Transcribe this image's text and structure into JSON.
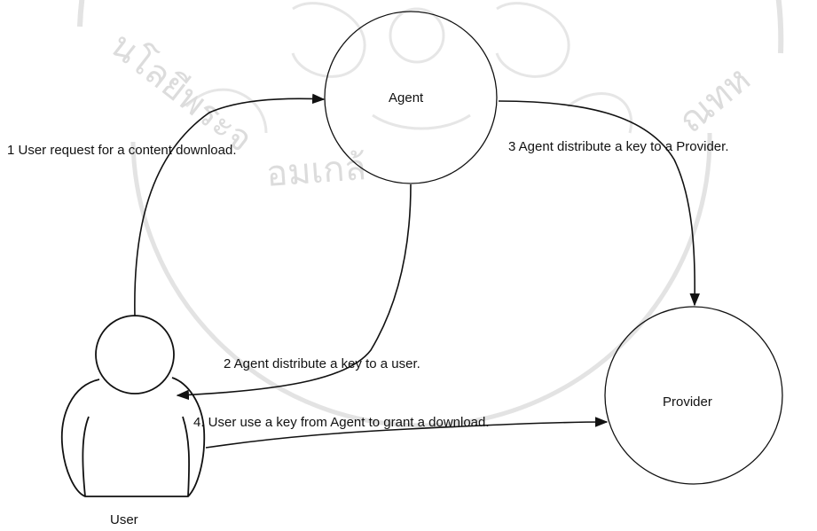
{
  "nodes": {
    "agent": "Agent",
    "provider": "Provider",
    "user": "User"
  },
  "edges": {
    "step1": "1 User request for a content download.",
    "step2": "2 Agent distribute a key to a user.",
    "step3": "3 Agent distribute a key to a Provider.",
    "step4": "4. User use a key from Agent  to  grant a download."
  },
  "watermark": {
    "text_top_left": "นโลยีพระจ",
    "text_bottom": "อมเกล้",
    "text_right": "ณทห",
    "color": "#dcdcdc"
  },
  "colors": {
    "ink": "#111111",
    "background": "#ffffff"
  }
}
